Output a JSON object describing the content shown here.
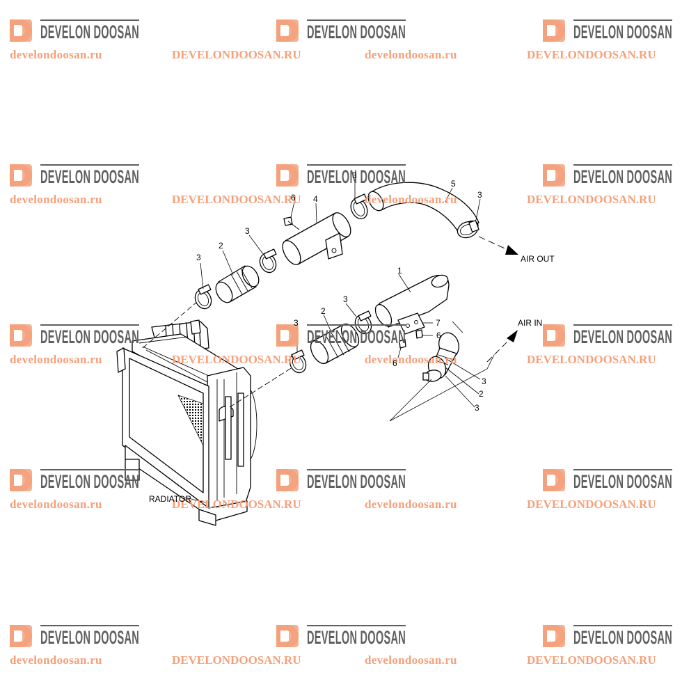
{
  "watermark": {
    "brand_text": "DEVELON DOOSAN",
    "url_lower": "develondoosan.ru",
    "url_upper": "DEVELONDOOSAN.RU",
    "brand_color": "#5f5f5f",
    "accent_color": "#f4a27e",
    "url_color": "#f5a07a"
  },
  "labels": {
    "air_out": "AIR OUT",
    "air_in": "AIR IN",
    "radiator": "RADIATOR"
  },
  "callouts": {
    "c1": "1",
    "c2a": "2",
    "c2b": "2",
    "c2c": "2",
    "c3a": "3",
    "c3b": "3",
    "c3c": "3",
    "c3d": "3",
    "c3e": "3",
    "c3f": "3",
    "c3g": "3",
    "c3h": "3",
    "c4": "4",
    "c5": "5",
    "c6a": "6",
    "c6b": "6",
    "c6c": "6",
    "c7": "7"
  }
}
